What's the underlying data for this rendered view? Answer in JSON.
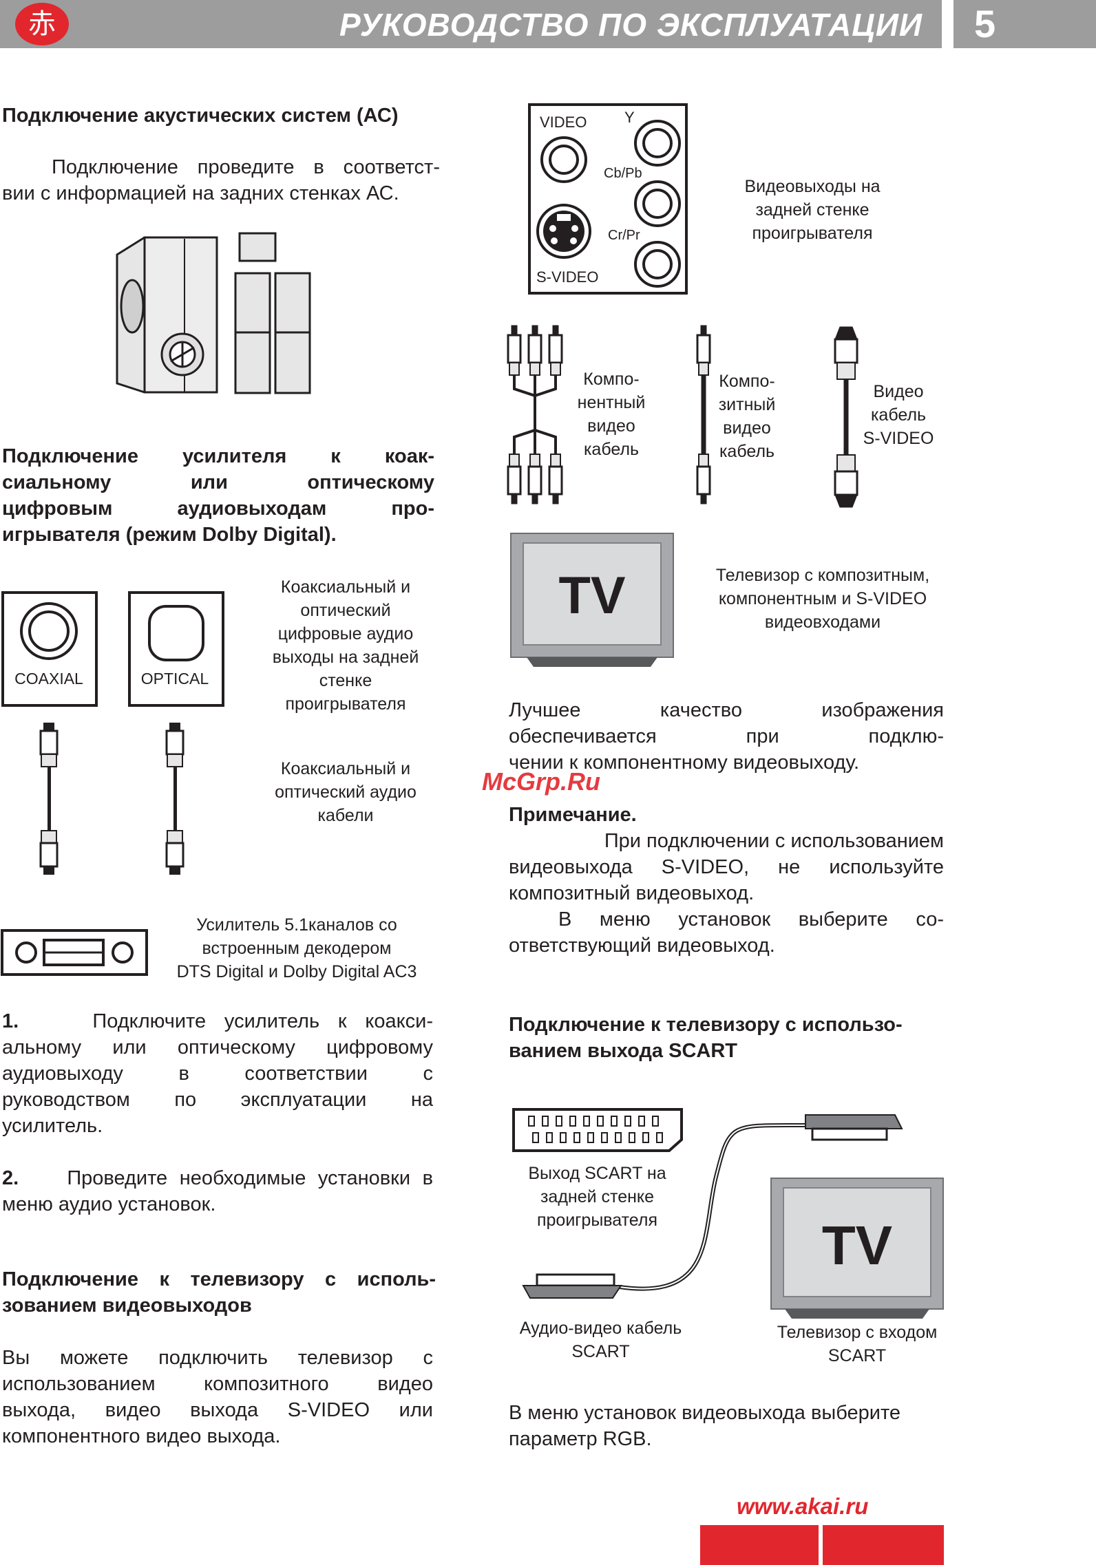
{
  "header": {
    "logo_glyph": "赤",
    "title": "РУКОВОДСТВО ПО ЭКСПЛУАТАЦИИ",
    "page_number": "5"
  },
  "left": {
    "speakers_heading": "Подключение акустических систем (АС)",
    "speakers_text": [
      "Подключение проведите в соответст-",
      "вии с информацией на задних стенках АС."
    ],
    "amp_heading": [
      "Подключение усилителя к коак-",
      "сиальному или оптическому",
      "цифровым аудиовыходам про-",
      "игрывателя (режим Dolby Digital)."
    ],
    "coaxial_label": "COAXIAL",
    "optical_label": "OPTICAL",
    "digital_outputs_caption": [
      "Коаксиальный и",
      "оптический",
      "цифровые аудио",
      "выходы на задней",
      "стенке",
      "проигрывателя"
    ],
    "cables_caption": [
      "Коаксиальный и",
      "оптический аудио",
      "кабели"
    ],
    "amplifier_caption": [
      "Усилитель 5.1каналов со",
      "встроенным декодером",
      "DTS Digital и Dolby Digital AC3"
    ],
    "step1_num": "1.",
    "step1_lines": [
      "Подключите усилитель к коакси-",
      "альному или оптическому цифровому",
      "аудиовыходу в соответствии с",
      "руководством по эксплуатации на",
      "усилитель."
    ],
    "step2_num": "2.",
    "step2_lines": [
      "Проведите необходимые установки в",
      "меню аудио установок."
    ],
    "tv_heading": [
      "Подключение к телевизору с исполь-",
      "зованием видеовыходов"
    ],
    "tv_text": [
      "Вы можете подключить телевизор с",
      "использованием композитного видео",
      "выхода, видео выхода S-VIDEO или",
      "компонентного видео выхода."
    ]
  },
  "right": {
    "panel_labels": {
      "video": "VIDEO",
      "y": "Y",
      "cbpb": "Cb/Pb",
      "crpr": "Cr/Pr",
      "svideo": "S-VIDEO"
    },
    "video_outputs_caption": [
      "Видеовыходы на",
      "задней стенке",
      "проигрывателя"
    ],
    "component_cable_caption": [
      "Компо-",
      "нентный",
      "видео",
      "кабель"
    ],
    "composite_cable_caption": [
      "Компо-",
      "зитный",
      "видео",
      "кабель"
    ],
    "svideo_cable_caption": [
      "Видео",
      "кабель",
      "S-VIDEO"
    ],
    "tv_label": "TV",
    "tv_caption": [
      "Телевизор с композитным,",
      "компонентным и S-VIDEO",
      "видеовходами"
    ],
    "quality_text": [
      "Лучшее качество изображения",
      "обеспечивается при подклю-",
      "чении к компонентному видеовыходу."
    ],
    "note_heading": "Примечание.",
    "note_lines": [
      "При подключении с использованием",
      "видеовыхода S-VIDEO, не используйте",
      "композитный видеовыход.",
      "В меню установок выберите со-",
      "ответствующий видеовыход."
    ],
    "scart_heading": [
      "Подключение к телевизору с использо-",
      "ванием выхода SCART"
    ],
    "scart_out_caption": [
      "Выход SCART на",
      "задней стенке",
      "проигрывателя"
    ],
    "scart_cable_caption": [
      "Аудио-видео кабель",
      "SCART"
    ],
    "scart_tv_caption": [
      "Телевизор с входом",
      "SCART"
    ],
    "rgb_text": [
      "В меню установок видеовыхода выберите",
      "параметр RGB."
    ]
  },
  "watermark": "McGrp.Ru",
  "footer_url": "www.akai.ru"
}
